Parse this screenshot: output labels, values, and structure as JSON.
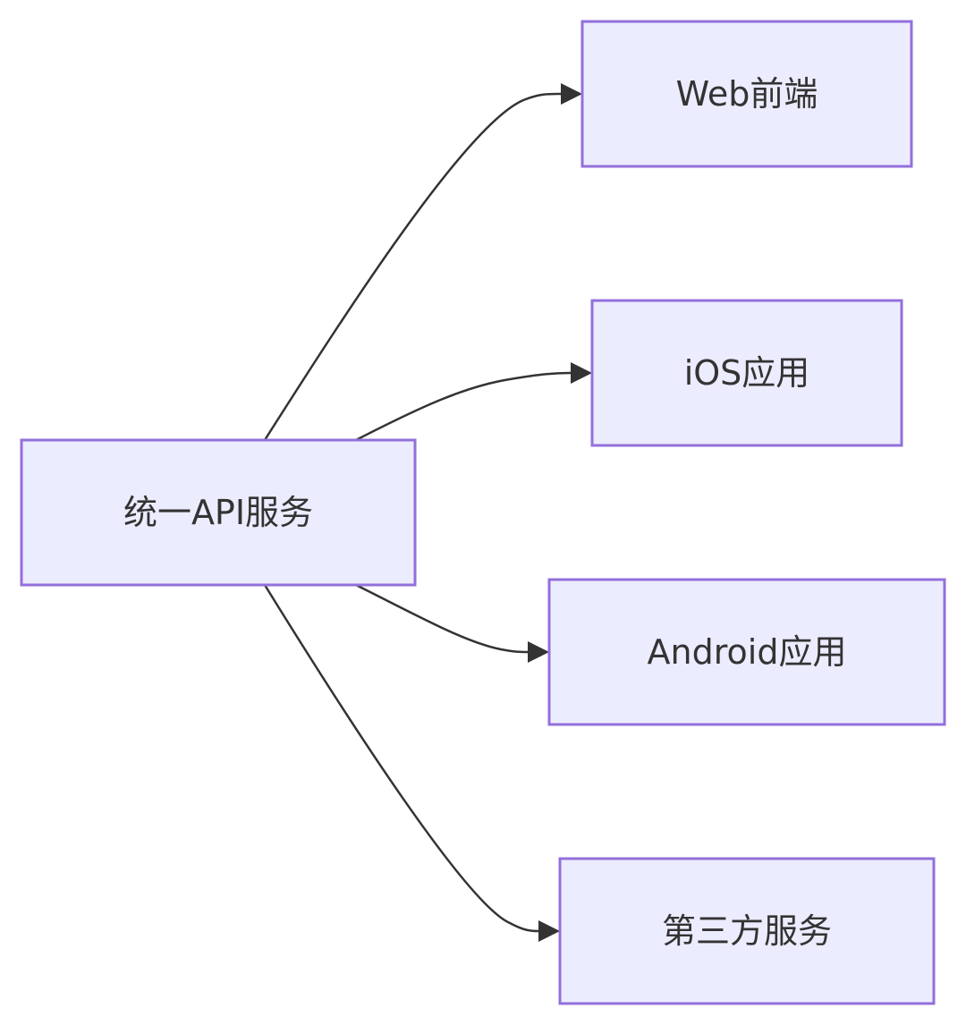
{
  "diagram": {
    "type": "flowchart",
    "direction": "left-to-right",
    "colors": {
      "node_fill": "#ececff",
      "node_stroke": "#9370db",
      "edge": "#333333",
      "text": "#333333",
      "background": "#ffffff"
    },
    "nodes": {
      "source": {
        "label": "统一API服务"
      },
      "web": {
        "label": "Web前端"
      },
      "ios": {
        "label": "iOS应用"
      },
      "android": {
        "label": "Android应用"
      },
      "third_party": {
        "label": "第三方服务"
      }
    },
    "edges": [
      {
        "from": "统一API服务",
        "to": "Web前端"
      },
      {
        "from": "统一API服务",
        "to": "iOS应用"
      },
      {
        "from": "统一API服务",
        "to": "Android应用"
      },
      {
        "from": "统一API服务",
        "to": "第三方服务"
      }
    ]
  }
}
